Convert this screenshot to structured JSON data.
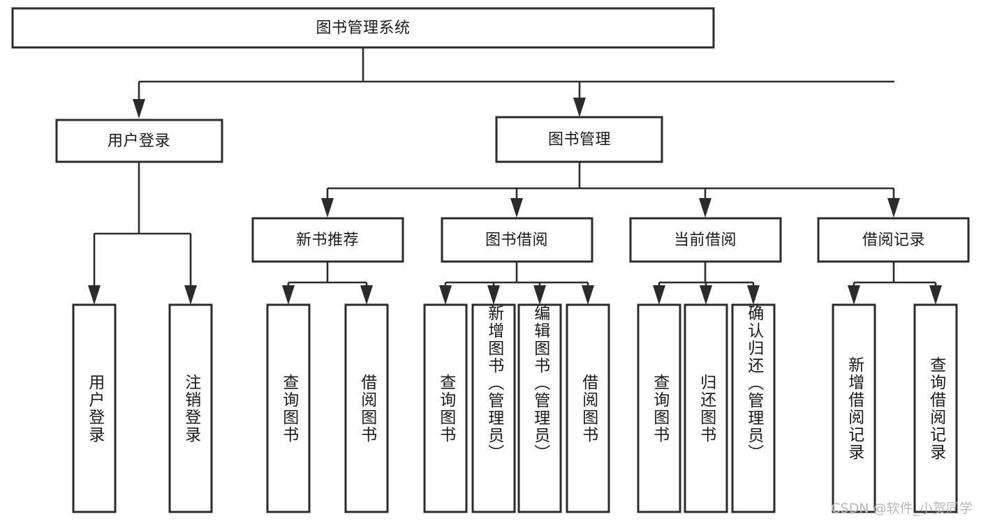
{
  "diagram": {
    "title": "图书管理系统",
    "watermark": "CSDN @软件_小贺同学",
    "style": {
      "stroke": "#2b2b2b",
      "fill": "#ffffff",
      "text": "#1a1a1a",
      "watermark_color": "#b9b9b9"
    },
    "levels": {
      "root": {
        "label": "图书管理系统"
      },
      "level1": [
        {
          "label": "用户登录"
        },
        {
          "label": "图书管理"
        }
      ],
      "level2": [
        {
          "label": "新书推荐"
        },
        {
          "label": "图书借阅"
        },
        {
          "label": "当前借阅"
        },
        {
          "label": "借阅记录"
        }
      ],
      "leaves_user_login": [
        {
          "label": "用户登录"
        },
        {
          "label": "注销登录"
        }
      ],
      "leaves_new_book": [
        {
          "label": "查询图书"
        },
        {
          "label": "借阅图书"
        }
      ],
      "leaves_borrow": [
        {
          "label": "查询图书"
        },
        {
          "label": "新增图书（管理员）"
        },
        {
          "label": "编辑图书（管理员）"
        },
        {
          "label": "借阅图书"
        }
      ],
      "leaves_current": [
        {
          "label": "查询图书"
        },
        {
          "label": "归还图书"
        },
        {
          "label": "确认归还（管理员）"
        }
      ],
      "leaves_record": [
        {
          "label": "新增借阅记录"
        },
        {
          "label": "查询借阅记录"
        }
      ]
    }
  }
}
